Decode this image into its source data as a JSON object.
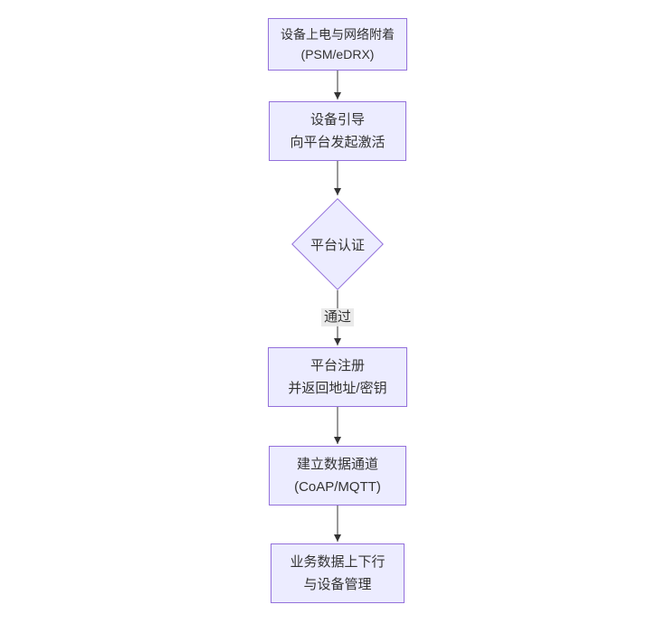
{
  "nodes": {
    "power": {
      "line1": "设备上电与网络附着",
      "line2": "(PSM/eDRX)"
    },
    "bootstrap": {
      "line1": "设备引导",
      "line2": "向平台发起激活"
    },
    "auth": {
      "label": "平台认证"
    },
    "register": {
      "line1": "平台注册",
      "line2": "并返回地址/密钥"
    },
    "channel": {
      "line1": "建立数据通道",
      "line2": "(CoAP/MQTT)"
    },
    "business": {
      "line1": "业务数据上下行",
      "line2": "与设备管理"
    }
  },
  "edges": {
    "auth_pass_label": "通过"
  },
  "colors": {
    "node_fill": "#ECECFF",
    "node_border": "#9370DB",
    "text": "#333333",
    "arrow": "#333333",
    "edge_label_bg": "#e8e8e8",
    "background": "#ffffff"
  }
}
